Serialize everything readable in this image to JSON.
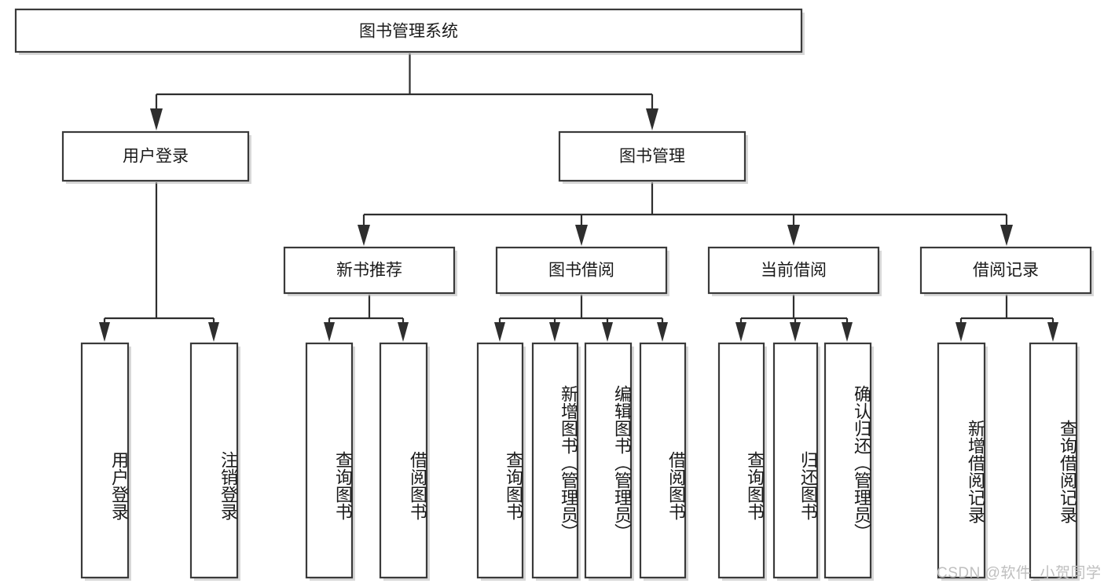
{
  "diagram": {
    "title": "图书管理系统",
    "type": "tree-hierarchy",
    "watermark": "CSDN @软件_小贺同学",
    "colors": {
      "box_border": "#3a3a3a",
      "box_fill": "#ffffff",
      "edge": "#2e2e2e",
      "text": "#1a1a1a",
      "watermark": "#bfbfbf",
      "background": "#ffffff"
    },
    "levels": {
      "root": {
        "label": "图书管理系统"
      },
      "level2": [
        {
          "id": "user-login",
          "label": "用户登录"
        },
        {
          "id": "book-management",
          "label": "图书管理"
        }
      ],
      "level3": [
        {
          "id": "new-book-recommend",
          "label": "新书推荐",
          "parent": "book-management"
        },
        {
          "id": "book-borrow",
          "label": "图书借阅",
          "parent": "book-management"
        },
        {
          "id": "current-borrow",
          "label": "当前借阅",
          "parent": "book-management"
        },
        {
          "id": "borrow-record",
          "label": "借阅记录",
          "parent": "book-management"
        }
      ],
      "leaves": [
        {
          "id": "leaf-user-login",
          "label": "用户登录",
          "parent": "user-login"
        },
        {
          "id": "leaf-logout-login",
          "label": "注销登录",
          "parent": "user-login"
        },
        {
          "id": "leaf-query-book-1",
          "label": "查询图书",
          "parent": "new-book-recommend"
        },
        {
          "id": "leaf-borrow-book-1",
          "label": "借阅图书",
          "parent": "new-book-recommend"
        },
        {
          "id": "leaf-query-book-2",
          "label": "查询图书",
          "parent": "book-borrow"
        },
        {
          "id": "leaf-add-book",
          "label": "新增图书（管理员）",
          "parent": "book-borrow"
        },
        {
          "id": "leaf-edit-book",
          "label": "编辑图书（管理员）",
          "parent": "book-borrow"
        },
        {
          "id": "leaf-borrow-book-2",
          "label": "借阅图书",
          "parent": "book-borrow"
        },
        {
          "id": "leaf-query-book-3",
          "label": "查询图书",
          "parent": "current-borrow"
        },
        {
          "id": "leaf-return-book",
          "label": "归还图书",
          "parent": "current-borrow"
        },
        {
          "id": "leaf-confirm-return",
          "label": "确认归还（管理员）",
          "parent": "current-borrow"
        },
        {
          "id": "leaf-add-record",
          "label": "新增借阅记录",
          "parent": "borrow-record"
        },
        {
          "id": "leaf-query-record",
          "label": "查询借阅记录",
          "parent": "borrow-record"
        }
      ]
    }
  }
}
